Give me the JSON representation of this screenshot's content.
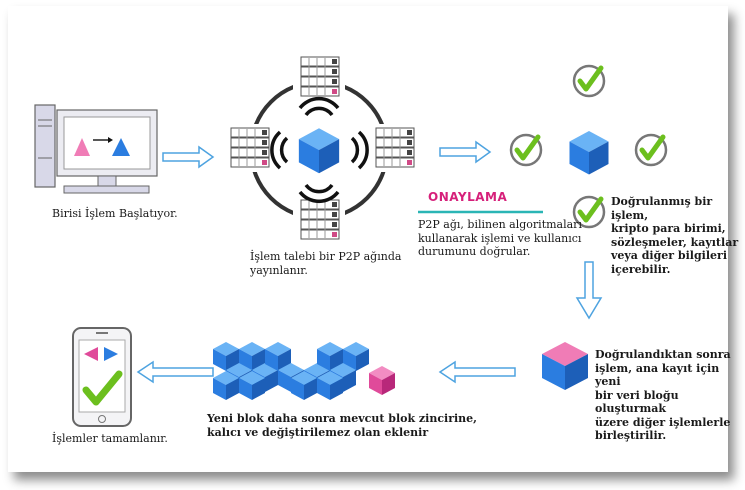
{
  "steps": {
    "start": "Birisi İşlem Başlatıyor.",
    "broadcast": "İşlem talebi bir P2P ağında\nyayınlanır.",
    "verify_title": "ONAYLAMA",
    "verify_text": "P2P ağı, bilinen algoritmaları\n kullanarak işlemi ve kullanıcı\ndurumunu doğrular.",
    "verified_info": "Doğrulanmış bir işlem,\nkripto para birimi,\nsözleşmeler, kayıtlar\nveya diğer bilgileri\niçerebilir.",
    "new_block": "Doğrulandıktan sonra\nişlem, ana kayıt  için yeni\nbir veri bloğu oluşturmak\nüzere diğer işlemlerle\nbirleştirilir.",
    "chain": "Yeni blok daha sonra mevcut blok zincirine,\n kalıcı ve değiştirilemez olan eklenir",
    "complete": "İşlemler tamamlanır."
  },
  "colors": {
    "blue": "#2b7de0",
    "pink": "#e04a9a",
    "green": "#6cbf1e",
    "arrow": "#4ea3e0",
    "teal": "#2ab5b5"
  }
}
